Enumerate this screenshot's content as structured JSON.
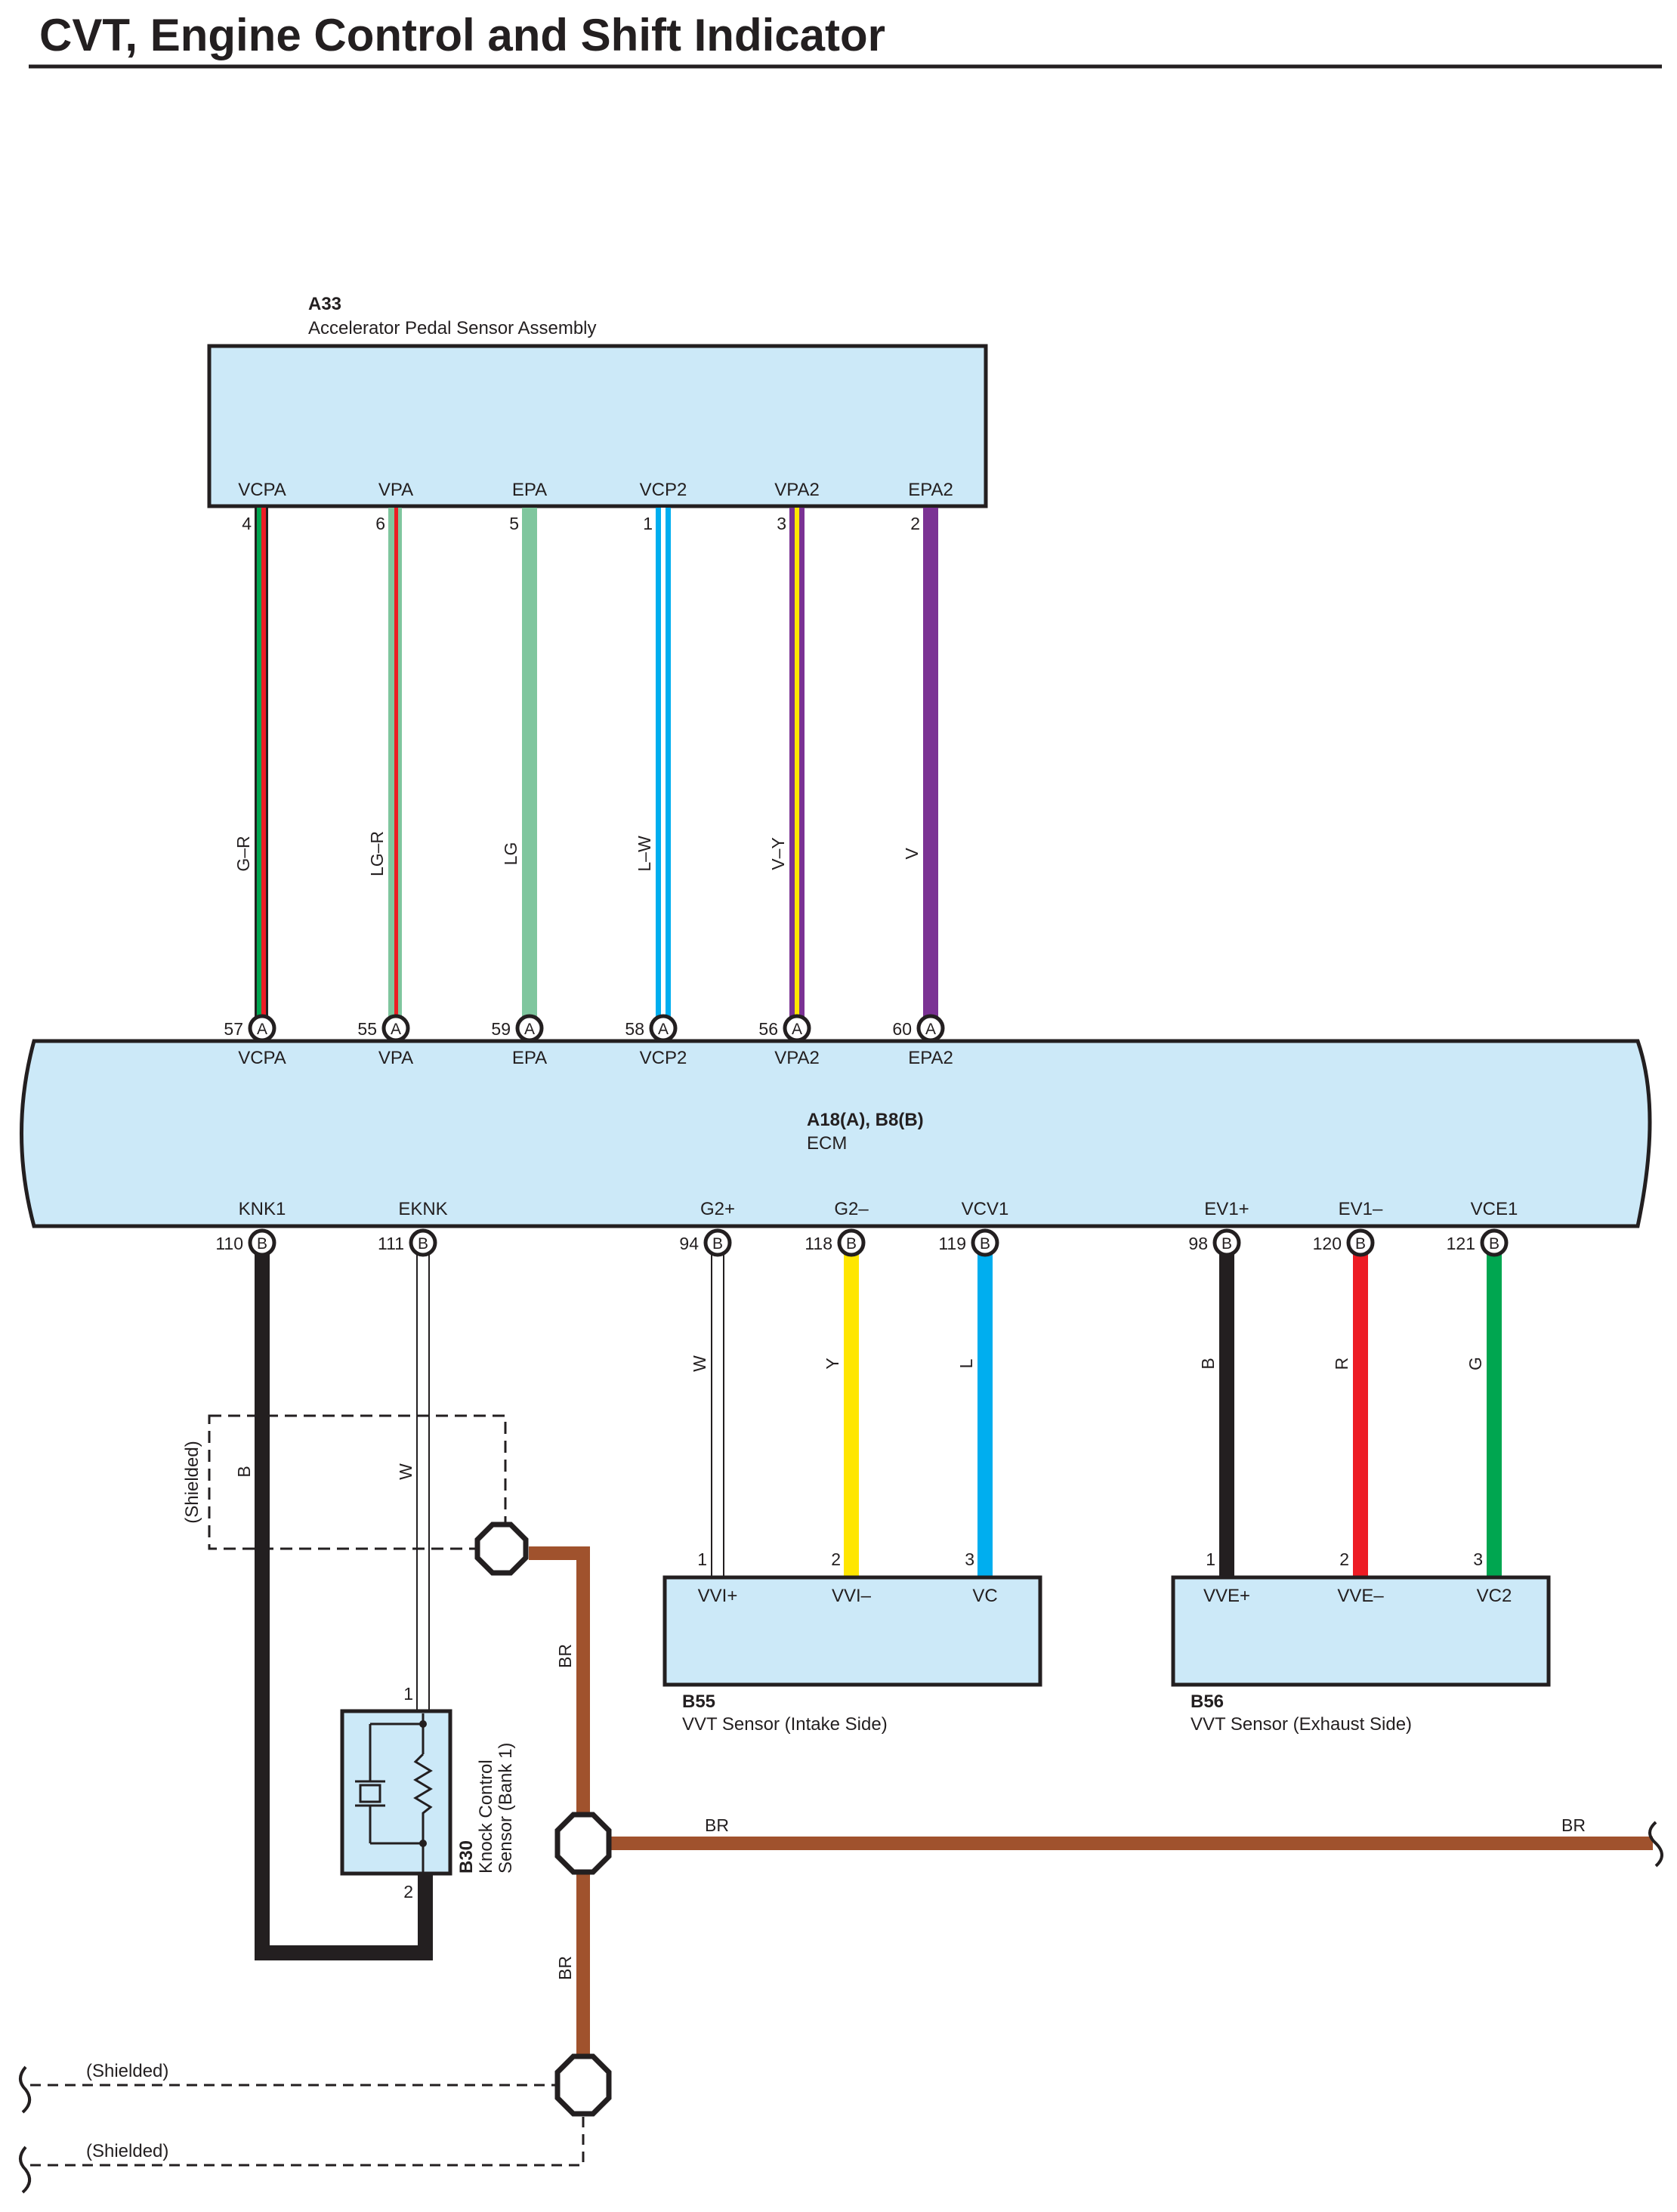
{
  "title": "CVT, Engine Control and Shift Indicator",
  "colors": {
    "box_fill": "#cce9f8",
    "G": "#00a650",
    "R": "#ed1c24",
    "LG": "#7fc69e",
    "L": "#00aeef",
    "W": "#ffffff",
    "V": "#7b3294",
    "Y": "#ffe600",
    "B": "#231f20",
    "BR": "#a0522d"
  },
  "a33": {
    "code": "A33",
    "name": "Accelerator Pedal Sensor Assembly",
    "terminals": [
      {
        "name": "VCPA",
        "pin": "4",
        "wire": "G–R",
        "ecm_pin": "57",
        "connector": "A"
      },
      {
        "name": "VPA",
        "pin": "6",
        "wire": "LG–R",
        "ecm_pin": "55",
        "connector": "A"
      },
      {
        "name": "EPA",
        "pin": "5",
        "wire": "LG",
        "ecm_pin": "59",
        "connector": "A"
      },
      {
        "name": "VCP2",
        "pin": "1",
        "wire": "L–W",
        "ecm_pin": "58",
        "connector": "A"
      },
      {
        "name": "VPA2",
        "pin": "3",
        "wire": "V–Y",
        "ecm_pin": "56",
        "connector": "A"
      },
      {
        "name": "EPA2",
        "pin": "2",
        "wire": "V",
        "ecm_pin": "60",
        "connector": "A"
      }
    ]
  },
  "ecm": {
    "code": "A18(A), B8(B)",
    "name": "ECM",
    "top_terminals": [
      "VCPA",
      "VPA",
      "EPA",
      "VCP2",
      "VPA2",
      "EPA2"
    ],
    "bottom_terminals": [
      {
        "name": "KNK1",
        "pin": "110",
        "connector": "B",
        "wire": "B"
      },
      {
        "name": "EKNK",
        "pin": "111",
        "connector": "B",
        "wire": "W"
      },
      {
        "name": "G2+",
        "pin": "94",
        "connector": "B",
        "wire": "W"
      },
      {
        "name": "G2–",
        "pin": "118",
        "connector": "B",
        "wire": "Y"
      },
      {
        "name": "VCV1",
        "pin": "119",
        "connector": "B",
        "wire": "L"
      },
      {
        "name": "EV1+",
        "pin": "98",
        "connector": "B",
        "wire": "B"
      },
      {
        "name": "EV1–",
        "pin": "120",
        "connector": "B",
        "wire": "R"
      },
      {
        "name": "VCE1",
        "pin": "121",
        "connector": "B",
        "wire": "G"
      }
    ]
  },
  "b55": {
    "code": "B55",
    "name": "VVT Sensor (Intake Side)",
    "terminals": [
      {
        "name": "VVI+",
        "pin": "1"
      },
      {
        "name": "VVI–",
        "pin": "2"
      },
      {
        "name": "VC",
        "pin": "3"
      }
    ]
  },
  "b56": {
    "code": "B56",
    "name": "VVT Sensor (Exhaust Side)",
    "terminals": [
      {
        "name": "VVE+",
        "pin": "1"
      },
      {
        "name": "VVE–",
        "pin": "2"
      },
      {
        "name": "VC2",
        "pin": "3"
      }
    ]
  },
  "b30": {
    "code": "B30",
    "name_line1": "Knock Control",
    "name_line2": "Sensor (Bank 1)",
    "pin_top": "1",
    "pin_bottom": "2"
  },
  "shield": {
    "label": "(Shielded)",
    "knk1_wire": "B",
    "eknk_wire": "W"
  },
  "ground": {
    "wire": "BR"
  }
}
